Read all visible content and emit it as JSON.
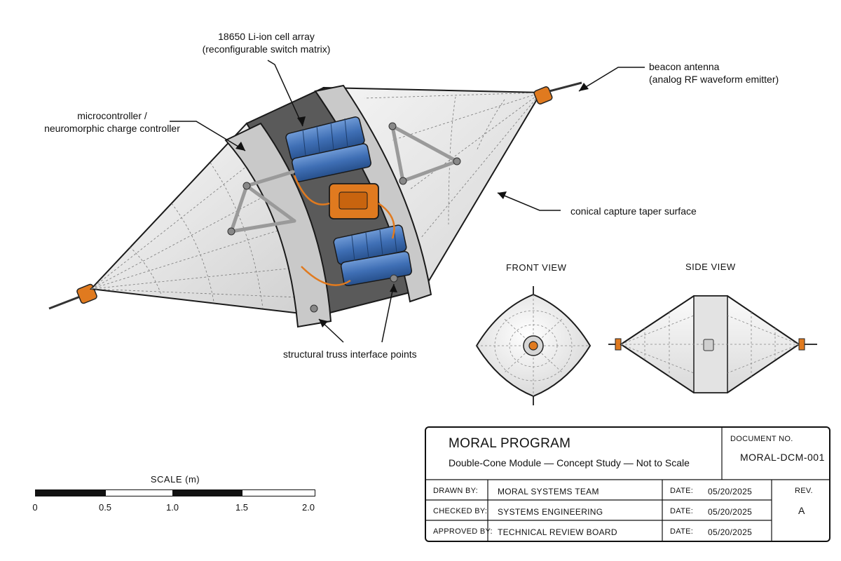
{
  "callouts": {
    "cell_array_line1": "18650 Li-ion cell array",
    "cell_array_line2": "(reconfigurable switch matrix)",
    "controller_line1": "microcontroller /",
    "controller_line2": "neuromorphic charge controller",
    "antenna_line1": "beacon antenna",
    "antenna_line2": "(analog RF waveform emitter)",
    "taper": "conical capture taper surface",
    "truss": "structural truss interface points"
  },
  "views": {
    "front": "FRONT VIEW",
    "side": "SIDE VIEW"
  },
  "scale": {
    "title": "SCALE (m)",
    "ticks": [
      "0",
      "0.5",
      "1.0",
      "1.5",
      "2.0"
    ]
  },
  "title_block": {
    "program": "MORAL PROGRAM",
    "subtitle": "Double-Cone Module — Concept Study — Not to Scale",
    "doc_no_label": "DOCUMENT NO.",
    "doc_no": "MORAL-DCM-001",
    "rows": [
      {
        "role": "DRAWN BY:",
        "name": "MORAL SYSTEMS TEAM",
        "date_label": "DATE:",
        "date": "05/20/2025"
      },
      {
        "role": "CHECKED BY:",
        "name": "SYSTEMS ENGINEERING",
        "date_label": "DATE:",
        "date": "05/20/2025"
      },
      {
        "role": "APPROVED BY:",
        "name": "TECHNICAL REVIEW BOARD",
        "date_label": "DATE:",
        "date": "05/20/2025"
      }
    ],
    "rev_label": "REV.",
    "rev": "A"
  },
  "colors": {
    "hull": "#ececec",
    "hull_shade": "#d2d2d2",
    "cell_blue": "#3f6fb5",
    "orange": "#e07a1f",
    "line": "#1a1a1a",
    "truss": "#bdbdbd"
  }
}
